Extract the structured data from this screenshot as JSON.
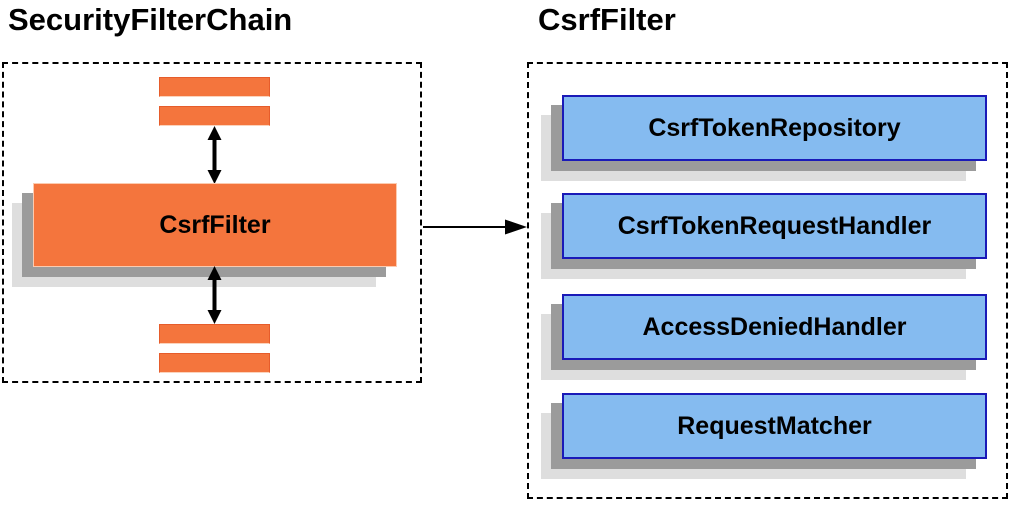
{
  "diagram": {
    "left_panel": {
      "title": "SecurityFilterChain",
      "filter_node_label": "CsrfFilter",
      "placeholder_bars": 4
    },
    "right_panel": {
      "title": "CsrfFilter",
      "components": [
        {
          "label": "CsrfTokenRepository"
        },
        {
          "label": "CsrfTokenRequestHandler"
        },
        {
          "label": "AccessDeniedHandler"
        },
        {
          "label": "RequestMatcher"
        }
      ]
    },
    "connectors": {
      "vertical_arrows": "bidirectional",
      "flow_arrow": "left-to-right"
    },
    "colors": {
      "orange_fill": "#F4753D",
      "orange_border": "#E65C2B",
      "blue_fill": "#85BBF0",
      "blue_border": "#1A1AB8",
      "shadow_near": "#9B9B9B",
      "shadow_far": "#DEDEDE",
      "boundary": "#000000",
      "text": "#000000"
    }
  }
}
